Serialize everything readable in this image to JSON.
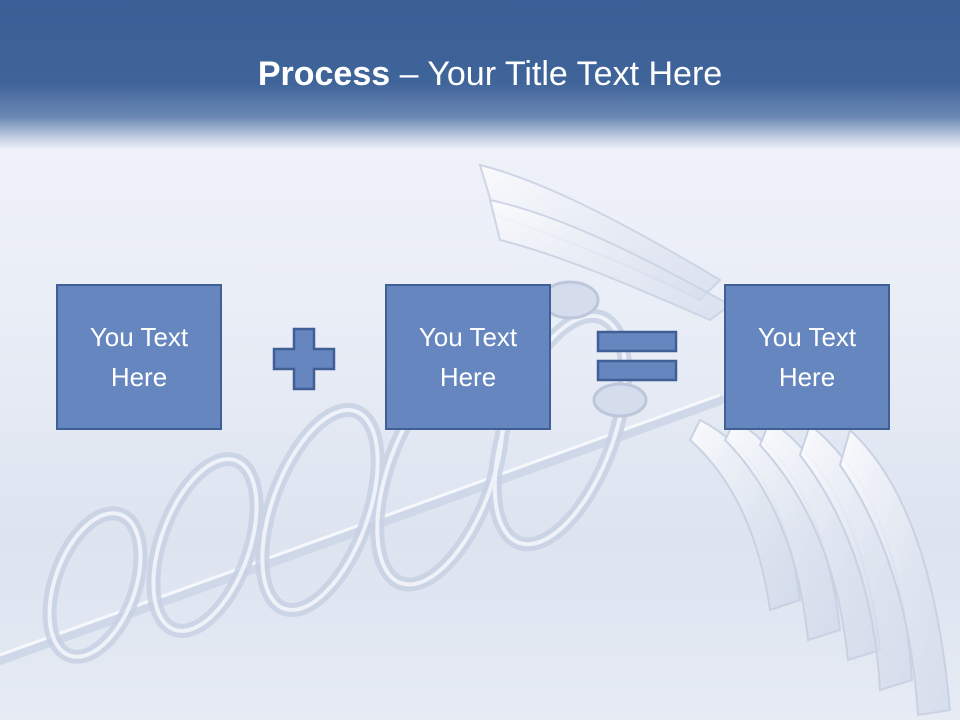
{
  "slide": {
    "title_bold": "Process",
    "title_rest": " – Your Title Text Here",
    "boxes": [
      {
        "text": "You Text Here"
      },
      {
        "text": "You Text Here"
      },
      {
        "text": "You Text Here"
      }
    ],
    "operators": [
      "plus-icon",
      "equals-icon"
    ],
    "background_image": "caduceus-icon",
    "colors": {
      "header": "#3a5f96",
      "box_fill": "#6586bf",
      "box_border": "#3f5f95",
      "background": "#eef1f8"
    }
  }
}
